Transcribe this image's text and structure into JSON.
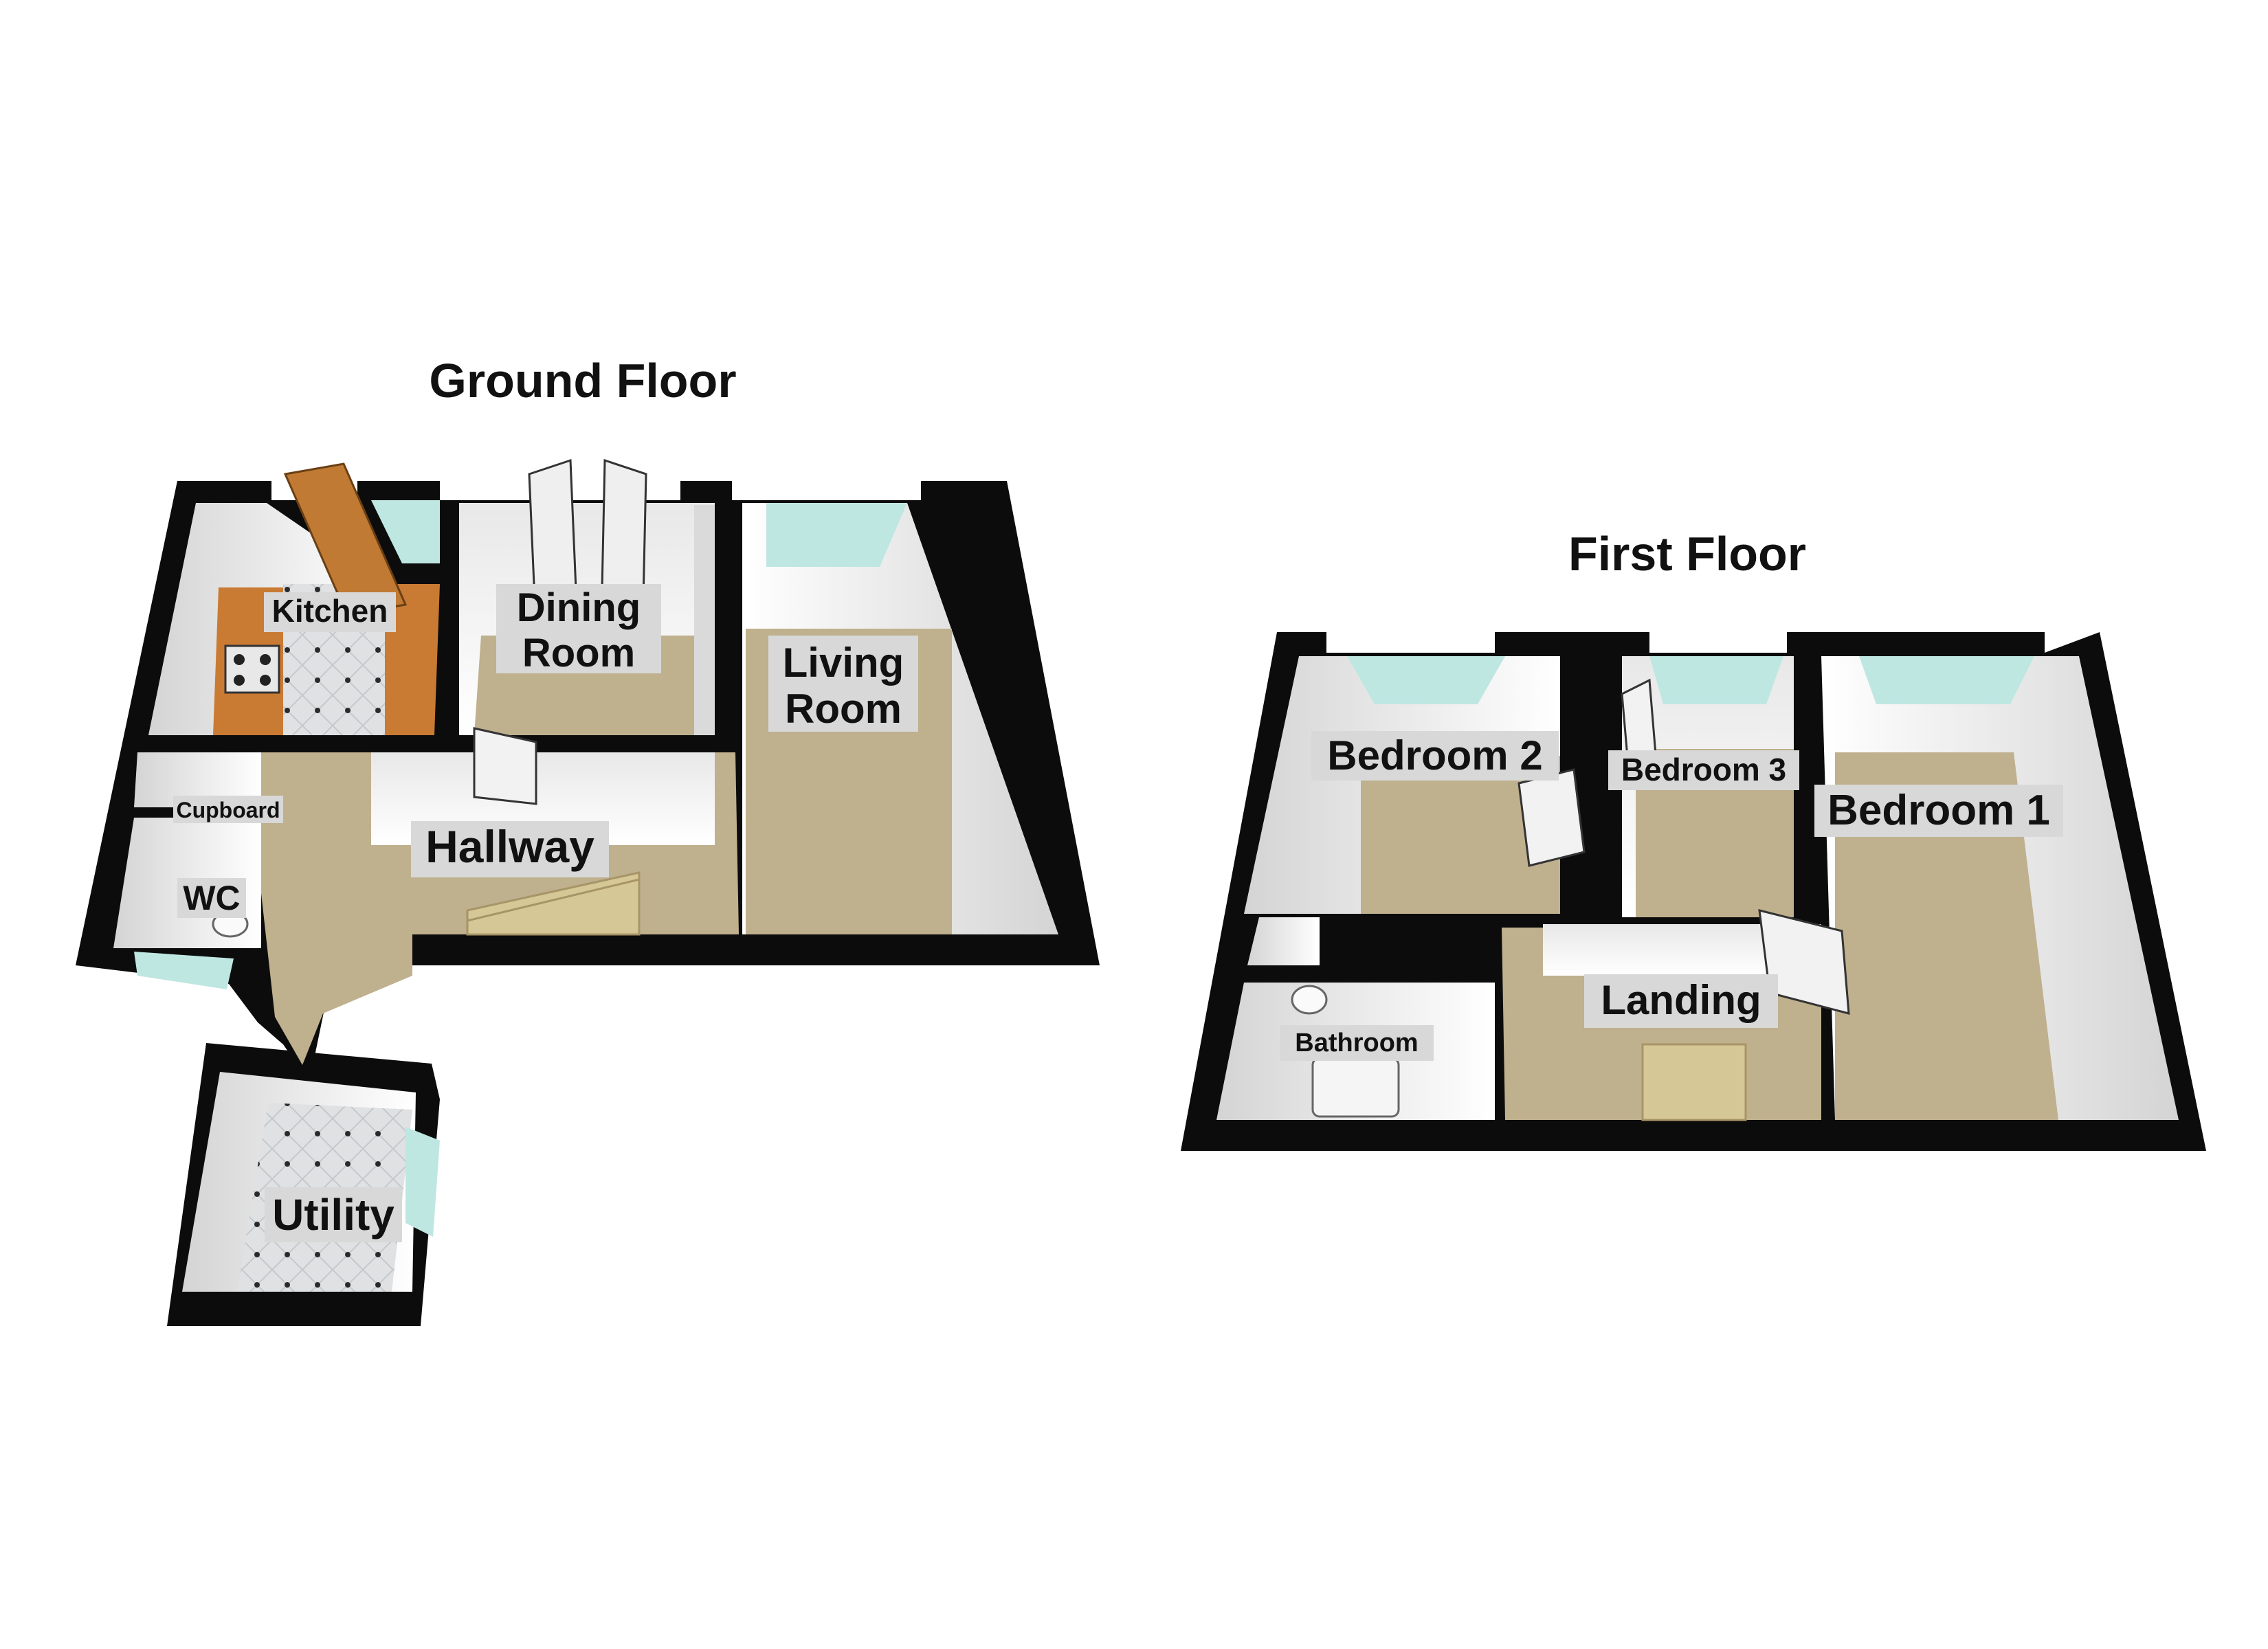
{
  "floors": [
    {
      "title": "Ground Floor",
      "rooms": {
        "kitchen": "Kitchen",
        "dining_room": [
          "Dining",
          "Room"
        ],
        "living_room": [
          "Living",
          "Room"
        ],
        "hallway": "Hallway",
        "cupboard": "Cupboard",
        "wc": "WC",
        "utility": "Utility"
      }
    },
    {
      "title": "First Floor",
      "rooms": {
        "bedroom_2": "Bedroom 2",
        "bedroom_3": "Bedroom 3",
        "bedroom_1": "Bedroom 1",
        "landing": "Landing",
        "bathroom": "Bathroom"
      }
    }
  ],
  "colors": {
    "wall": "#0c0c0c",
    "carpet": "#bfb08e",
    "wall_inner": "#f4f4f4",
    "wall_shade": "#d9d9d9",
    "tile": "#dcdee0",
    "worktop": "#c97a33",
    "door_wood": "#c07a34",
    "window_glass": "#bfe7e2",
    "label_bg": "#d8d8d8"
  }
}
